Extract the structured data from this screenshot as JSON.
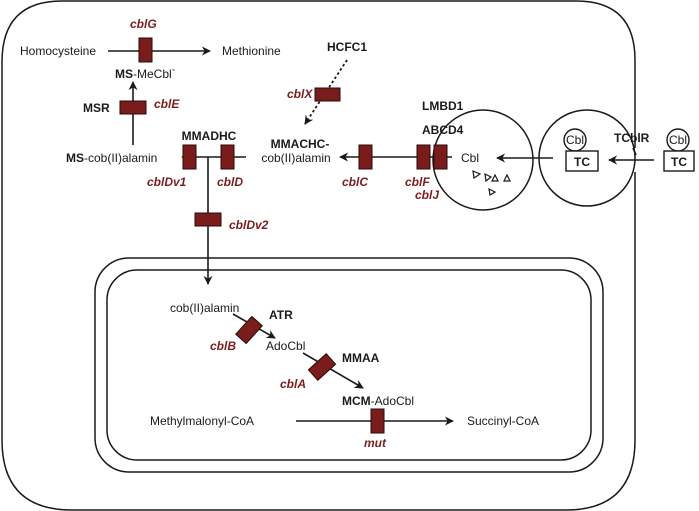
{
  "diagram": {
    "metabolites": {
      "homocysteine": "Homocysteine",
      "methionine": "Methionine",
      "ms_mecbl_bold": "MS",
      "ms_mecbl_rest": "-MeCbl`",
      "ms_cob_bold": "MS",
      "ms_cob_rest": "-cob(II)alamin",
      "mmachc_line1": "MMACHC-",
      "mmachc_line2": "cob(II)alamin",
      "cbl_lysosome": "Cbl",
      "cbl_endosome": "Cbl",
      "cbl_outside": "Cbl",
      "tc_endosome": "TC",
      "tc_outside": "TC",
      "mito_cob": "cob(II)alamin",
      "adocbl": "AdoCbl",
      "mcm_bold": "MCM",
      "mcm_rest": "-AdoCbl",
      "methylmalonyl": "Methylmalonyl-CoA",
      "succinyl": "Succinyl-CoA"
    },
    "proteins": {
      "msr": "MSR",
      "mmadhc": "MMADHC",
      "hcfc1": "HCFC1",
      "lmbd1": "LMBD1",
      "abcd4": "ABCD4",
      "tcblr": "TCblR",
      "atr": "ATR",
      "mmaa": "MMAA"
    },
    "complementation_groups": {
      "cblG": "cblG",
      "cblE": "cblE",
      "cblX": "cblX",
      "cblDv1": "cblDv1",
      "cblD": "cblD",
      "cblDv2": "cblDv2",
      "cblC": "cblC",
      "cblF": "cblF",
      "cblJ": "cblJ",
      "cblB": "cblB",
      "cblA": "cblA",
      "mut": "mut"
    },
    "colors": {
      "defect_block": "#7a1c1c",
      "gene_label": "#7a1f1f",
      "line": "#1a1a1a"
    }
  }
}
